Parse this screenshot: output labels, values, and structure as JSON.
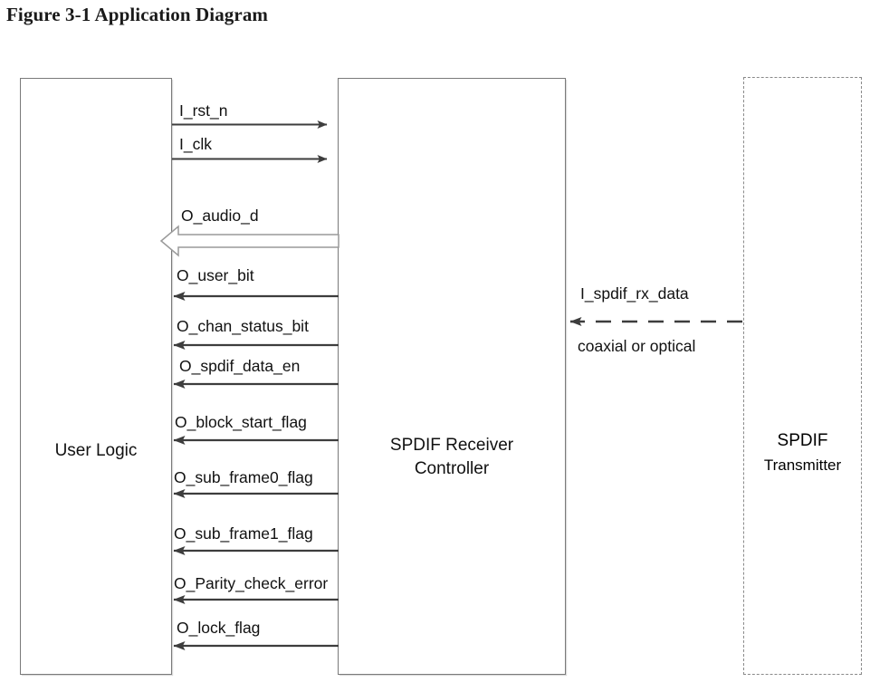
{
  "figure": {
    "title": "Figure 3-1 Application Diagram"
  },
  "colors": {
    "box_stroke": "#7a7a7a",
    "dashed_stroke": "#8a8a8a",
    "arrow_stroke": "#3d3d3d",
    "block_arrow_fill": "#ffffff",
    "block_arrow_stroke": "#9a9a9a",
    "text": "#111111",
    "title_text": "#1a1a1a",
    "background": "#ffffff"
  },
  "blocks": [
    {
      "id": "user-logic",
      "label": "User Logic",
      "style": "solid"
    },
    {
      "id": "receiver",
      "label": "SPDIF Receiver\nController",
      "style": "solid"
    },
    {
      "id": "transmitter",
      "label_main": "SPDIF",
      "label_sub": "Transmitter",
      "style": "dashed"
    }
  ],
  "signals": {
    "inputs_to_receiver": [
      {
        "name": "I_rst_n",
        "direction": "user-logic-to-receiver",
        "arrow": "line"
      },
      {
        "name": "I_clk",
        "direction": "user-logic-to-receiver",
        "arrow": "line"
      }
    ],
    "outputs_to_user_logic": [
      {
        "name": "O_audio_d",
        "direction": "receiver-to-user-logic",
        "arrow": "block"
      },
      {
        "name": "O_user_bit",
        "direction": "receiver-to-user-logic",
        "arrow": "line"
      },
      {
        "name": "O_chan_status_bit",
        "direction": "receiver-to-user-logic",
        "arrow": "line"
      },
      {
        "name": "O_spdif_data_en",
        "direction": "receiver-to-user-logic",
        "arrow": "line"
      },
      {
        "name": "O_block_start_flag",
        "direction": "receiver-to-user-logic",
        "arrow": "line"
      },
      {
        "name": "O_sub_frame0_flag",
        "direction": "receiver-to-user-logic",
        "arrow": "line"
      },
      {
        "name": "O_sub_frame1_flag",
        "direction": "receiver-to-user-logic",
        "arrow": "line"
      },
      {
        "name": "O_Parity_check_error",
        "direction": "receiver-to-user-logic",
        "arrow": "line"
      },
      {
        "name": "O_lock_flag",
        "direction": "receiver-to-user-logic",
        "arrow": "line"
      }
    ],
    "external_link": {
      "name": "I_spdif_rx_data",
      "medium": "coaxial or optical",
      "direction": "transmitter-to-receiver",
      "arrow": "dashed-line"
    }
  }
}
